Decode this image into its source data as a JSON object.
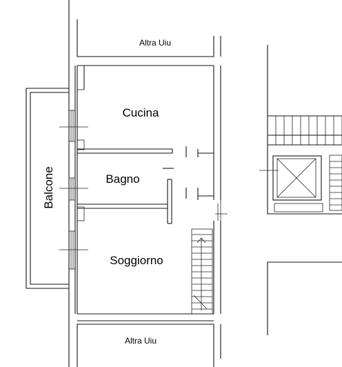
{
  "plan": {
    "rooms": {
      "top_neighbor": "Altra Uiu",
      "kitchen": "Cucina",
      "bathroom": "Bagno",
      "living": "Soggiorno",
      "bottom_neighbor": "Altra Uiu",
      "balcony": "Balcone"
    }
  }
}
